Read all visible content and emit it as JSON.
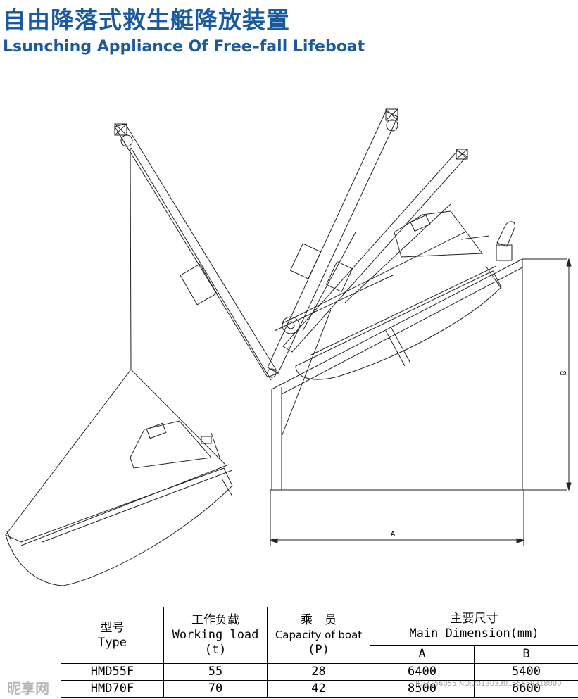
{
  "title_cn": "自由降落式救生艇降放装置",
  "title_en": "Lsunching Appliance Of Free–fall Lifeboat",
  "diagram": {
    "dim_a_label": "A",
    "dim_b_label": "B"
  },
  "table": {
    "type_cn": "型号",
    "type_en": "Type",
    "load_cn": "工作负载",
    "load_en": "Working load",
    "load_unit": "(t)",
    "cap_cn": "乘　员",
    "cap_en": "Capacity of boat",
    "cap_unit": "(P)",
    "dim_cn": "主要尺寸",
    "dim_en": "Main Dimension(mm)",
    "col_a": "A",
    "col_b": "B",
    "rows": [
      {
        "type": "HMD55F",
        "load": "55",
        "cap": "28",
        "a": "6400",
        "b": "5400"
      },
      {
        "type": "HMD70F",
        "load": "70",
        "cap": "42",
        "a": "8500",
        "b": "6600"
      }
    ]
  },
  "watermark": {
    "site": "昵享网",
    "id": "ID:3156055 NO:20130330155659218000"
  }
}
